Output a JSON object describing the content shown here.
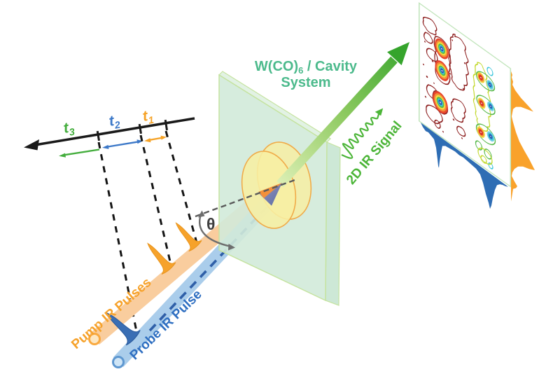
{
  "timeline": {
    "t1_base": "t",
    "t1_sub": "1",
    "t1_color": "#F5A226",
    "t2_base": "t",
    "t2_sub": "2",
    "t2_color": "#3C78C8",
    "t3_base": "t",
    "t3_sub": "3",
    "t3_color": "#43AD3C",
    "axis_color": "#1a1a1a"
  },
  "beams": {
    "pump_label": "Pump IR Pulses",
    "pump_color": "#F6A22B",
    "pump_beam_fill": "#F9CD9E",
    "probe_label": "Probe IR Pulse",
    "probe_color": "#2F6FC1",
    "probe_beam_fill": "#A6CBEA",
    "theta_label": "θ",
    "theta_color": "#3E3E3E"
  },
  "cavity": {
    "label_pre": "W(CO)",
    "label_sub": "6",
    "label_post": " / Cavity",
    "label_line2": "System",
    "label_color": "#4CBA8C",
    "plate_fill": "#D2EAD9",
    "plate_edge": "#C5E3A0",
    "disk_fill": "#F7EFA3",
    "disk_edge": "#F0AB49"
  },
  "signal": {
    "label": "2D IR Signal",
    "label_color": "#4CB538",
    "arrow_color_start": "#DCEFB4",
    "arrow_color_end": "#35A42C"
  },
  "spectrum_panel": {
    "frame_color": "#C2E5BC",
    "negative_contour_color": "#8E2121",
    "bottom_trace_color": "#2E6DB4",
    "side_trace_color": "#F9A22B"
  }
}
